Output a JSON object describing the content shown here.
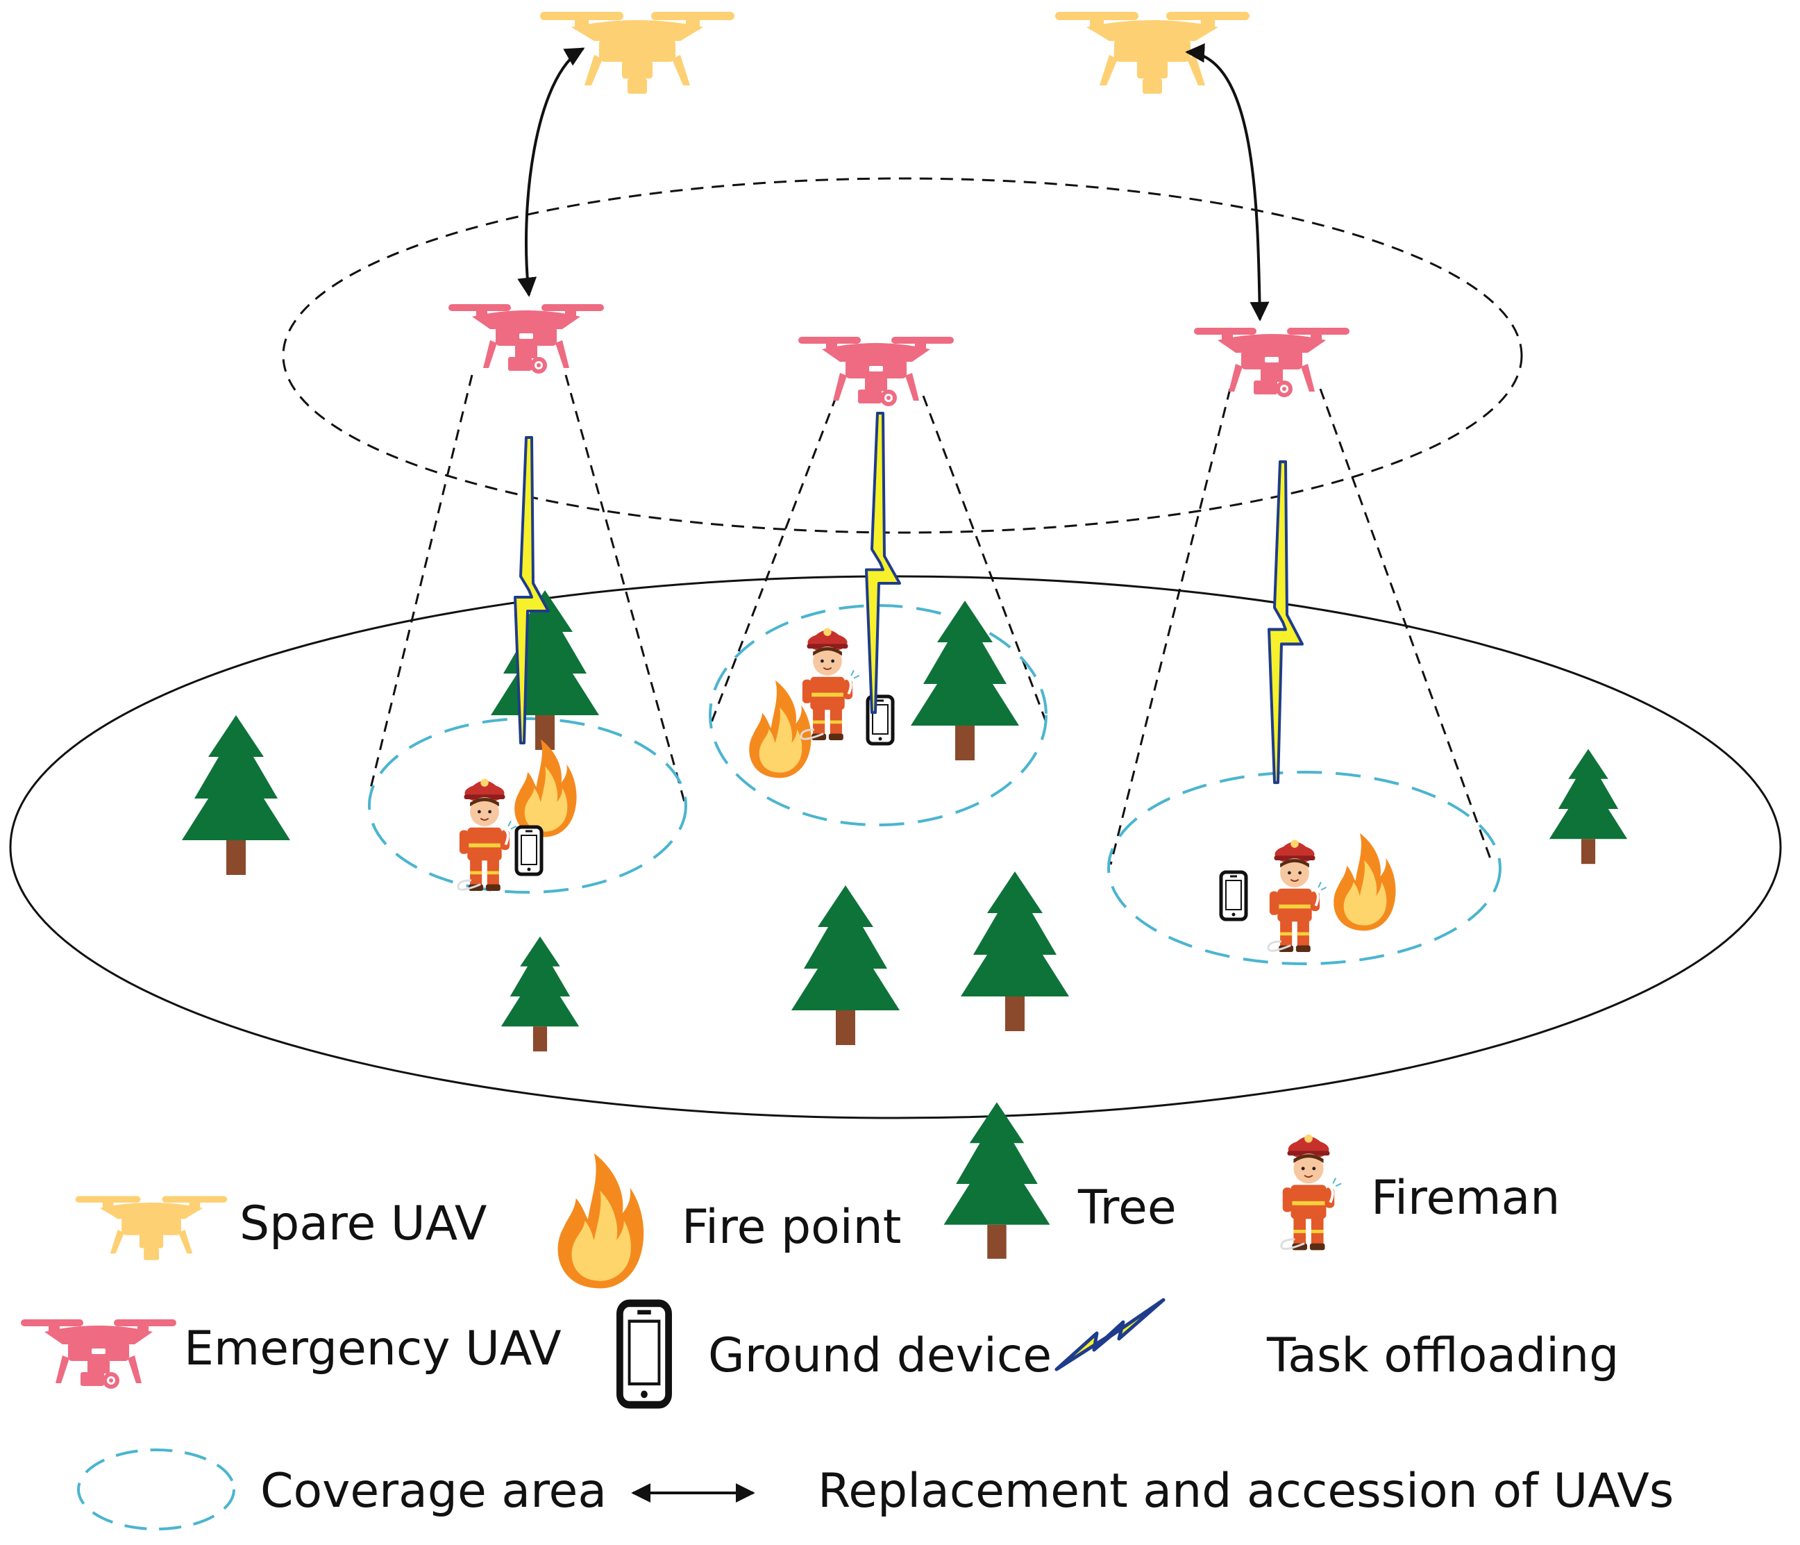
{
  "colors": {
    "spare_uav": "#FDD073",
    "emergency_uav": "#EE6B82",
    "tree_green": "#0E7339",
    "tree_trunk": "#8B4A2B",
    "coverage": "#4BB5CF",
    "lightning_fill": "#F6F12A",
    "lightning_edge": "#1F3C8C",
    "fire_outer": "#F48A1E",
    "fire_inner": "#FDD56A",
    "fireman_suit": "#E2592A",
    "fireman_helmet": "#C7312C",
    "arrow": "#111111",
    "region_outline": "#111111"
  },
  "legend": {
    "spare_uav": {
      "label": "Spare UAV",
      "icon": "spare-uav-icon"
    },
    "fire_point": {
      "label": "Fire point",
      "icon": "fire-icon"
    },
    "tree": {
      "label": "Tree",
      "icon": "tree-icon"
    },
    "fireman": {
      "label": "Fireman",
      "icon": "fireman-icon"
    },
    "emergency_uav": {
      "label": "Emergency UAV",
      "icon": "emergency-uav-icon"
    },
    "ground_device": {
      "label": "Ground device",
      "icon": "phone-icon"
    },
    "task_offloading": {
      "label": "Task offloading",
      "icon": "lightning-icon"
    },
    "coverage_area": {
      "label": "Coverage area",
      "icon": "dashed-ellipse-icon"
    },
    "replacement": {
      "label": "Replacement and accession of UAVs",
      "icon": "double-arrow-icon"
    }
  }
}
